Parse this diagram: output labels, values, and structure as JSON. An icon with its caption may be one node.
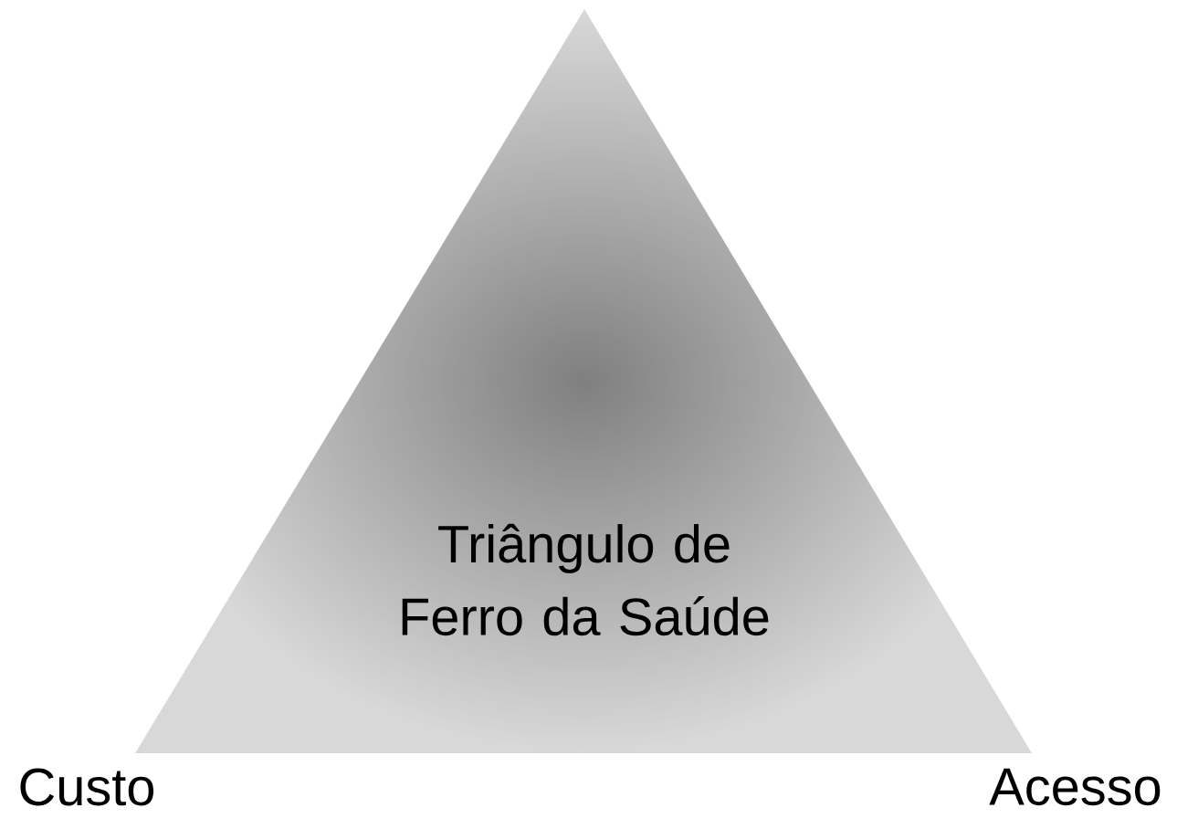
{
  "diagram": {
    "nodes": [
      {
        "text": [
          "Triângulo de Ferro da Saúde"
        ]
      }
    ],
    "labels": [
      "Custo",
      "Acesso"
    ]
  }
}
